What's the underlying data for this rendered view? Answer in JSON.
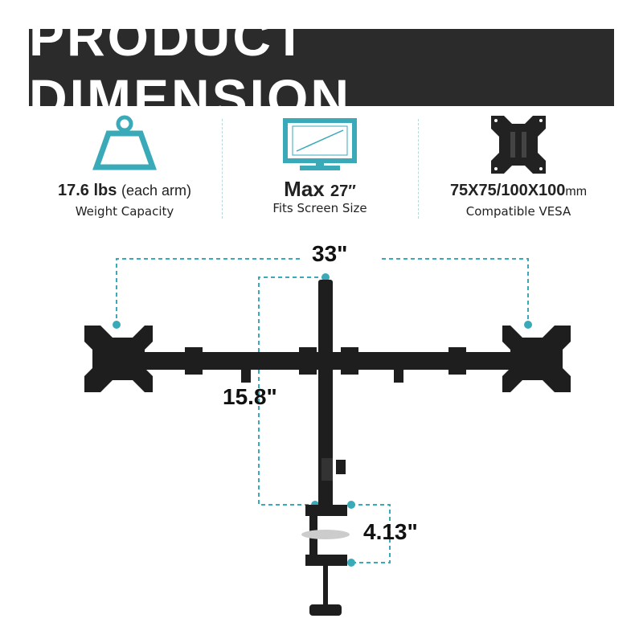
{
  "header": {
    "title": "PRODUCT DIMENSION"
  },
  "features": [
    {
      "icon": "weight-icon",
      "value": "17.6 lbs",
      "value_suffix": "(each arm)",
      "label": "Weight Capacity"
    },
    {
      "icon": "monitor-icon",
      "value": "Max",
      "value_suffix": "27″",
      "label": "Fits Screen Size"
    },
    {
      "icon": "vesa-plate-icon",
      "value": "75X75/100X100",
      "value_suffix": "mm",
      "label": "Compatible VESA"
    }
  ],
  "dimensions": {
    "width": "33\"",
    "height": "15.8\"",
    "clamp": "4.13\""
  },
  "colors": {
    "accent": "#3aaab8",
    "banner": "#2b2b2b"
  }
}
